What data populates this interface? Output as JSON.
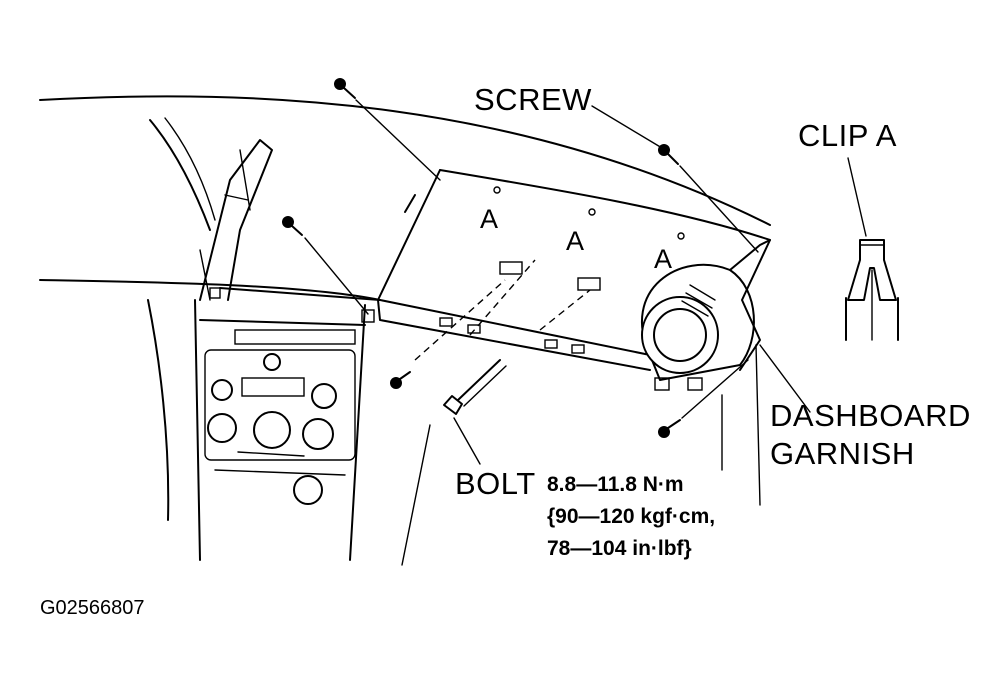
{
  "labels": {
    "screw": "SCREW",
    "clip_a": "CLIP A",
    "dashboard_garnish_line1": "DASHBOARD",
    "dashboard_garnish_line2": "GARNISH",
    "bolt": "BOLT",
    "torque_line1": "8.8—11.8 N·m",
    "torque_line2": "{90—120 kgf·cm,",
    "torque_line3": "78—104 in·lbf}",
    "clip_marker": "A",
    "figure_code": "G02566807"
  },
  "colors": {
    "ink": "#000000",
    "paper": "#ffffff"
  }
}
